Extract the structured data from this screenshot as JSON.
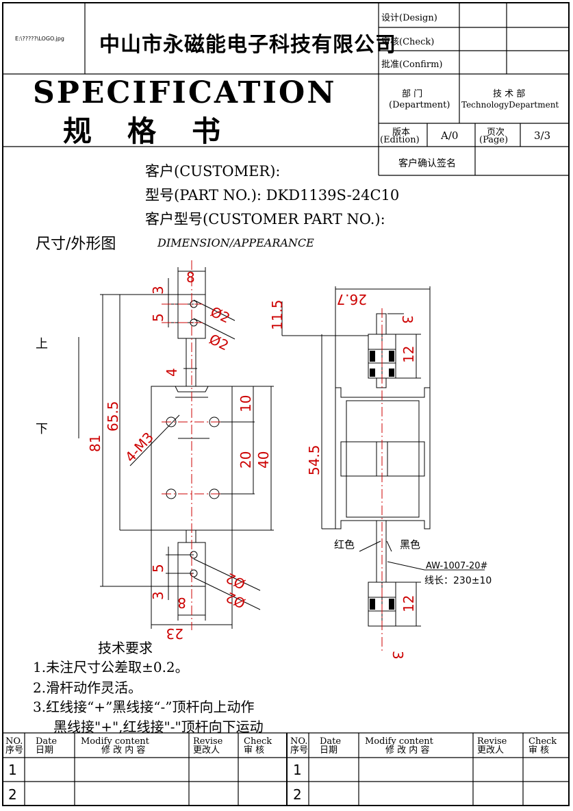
{
  "header": {
    "logo_text": "E:\\?????\\LOGO.jpg",
    "company": "中山市永磁能电子科技有限公司",
    "design_label": "设计(Design)",
    "check_label": "审核(Check)",
    "confirm_label": "批准(Confirm)",
    "spec_en": "SPECIFICATION",
    "spec_cn": "规格书",
    "department_label_cn": "部 门",
    "department_label_en": "(Department)",
    "department_value_cn": "技 术 部",
    "department_value_en": "TechnologyDepartment",
    "edition_label_cn": "版本",
    "edition_label_en": "(Edition)",
    "edition_value": "A/0",
    "page_label_cn": "页次",
    "page_label_en": "(Page)",
    "page_value": "3/3",
    "customer_sign_label": "客户确认签名"
  },
  "customer": {
    "customer_line": "客户(CUSTOMER):",
    "part_no_line": "型号(PART NO.): DKD1139S-24C10",
    "customer_part_line": "客户型号(CUSTOMER PART NO.):"
  },
  "dimension": {
    "title_cn": "尺寸/外形图",
    "title_en": "DIMENSION/APPEARANCE",
    "label_up": "上",
    "label_down": "下",
    "dims": {
      "d8_top": "8",
      "d3_top": "3",
      "d5_top": "5",
      "phi2_top_a": "Ø2",
      "phi2_top_b": "Ø2",
      "d4": "4",
      "d655": "65.5",
      "d81": "81",
      "d10": "10",
      "d20": "20",
      "d40": "40",
      "m3": "4-M3",
      "d5_bot": "5",
      "d3_bot": "3",
      "d8_bot": "8",
      "phi2_bot_a": "Ø2",
      "phi2_bot_b": "Ø2",
      "d23": "23",
      "d267": "26.7",
      "d115": "11.5",
      "d3_right": "3",
      "d12_right_top": "12",
      "d545": "54.5",
      "red_wire": "红色",
      "black_wire": "黑色",
      "wire_spec": "AW-1007-20#",
      "wire_length": "线长：230±10",
      "d12_right_bot": "12",
      "d3_right_bot": "3"
    }
  },
  "requirements": {
    "title": "技术要求",
    "items": [
      "1.未注尺寸公差取±0.2。",
      "2.滑杆动作灵活。",
      "3.红线接“+”黑线接“-”顶杆向上动作",
      "黑线接\"+\",红线接\"-\"顶杆向下运动"
    ]
  },
  "revision_table": {
    "headers": [
      {
        "en": "NO.",
        "cn": "序号"
      },
      {
        "en": "Date",
        "cn": "日期"
      },
      {
        "en": "Modify content",
        "cn": "修 改 内 容"
      },
      {
        "en": "Revise",
        "cn": "更改人"
      },
      {
        "en": "Check",
        "cn": "审 核"
      }
    ],
    "rows": [
      "1",
      "2"
    ]
  }
}
